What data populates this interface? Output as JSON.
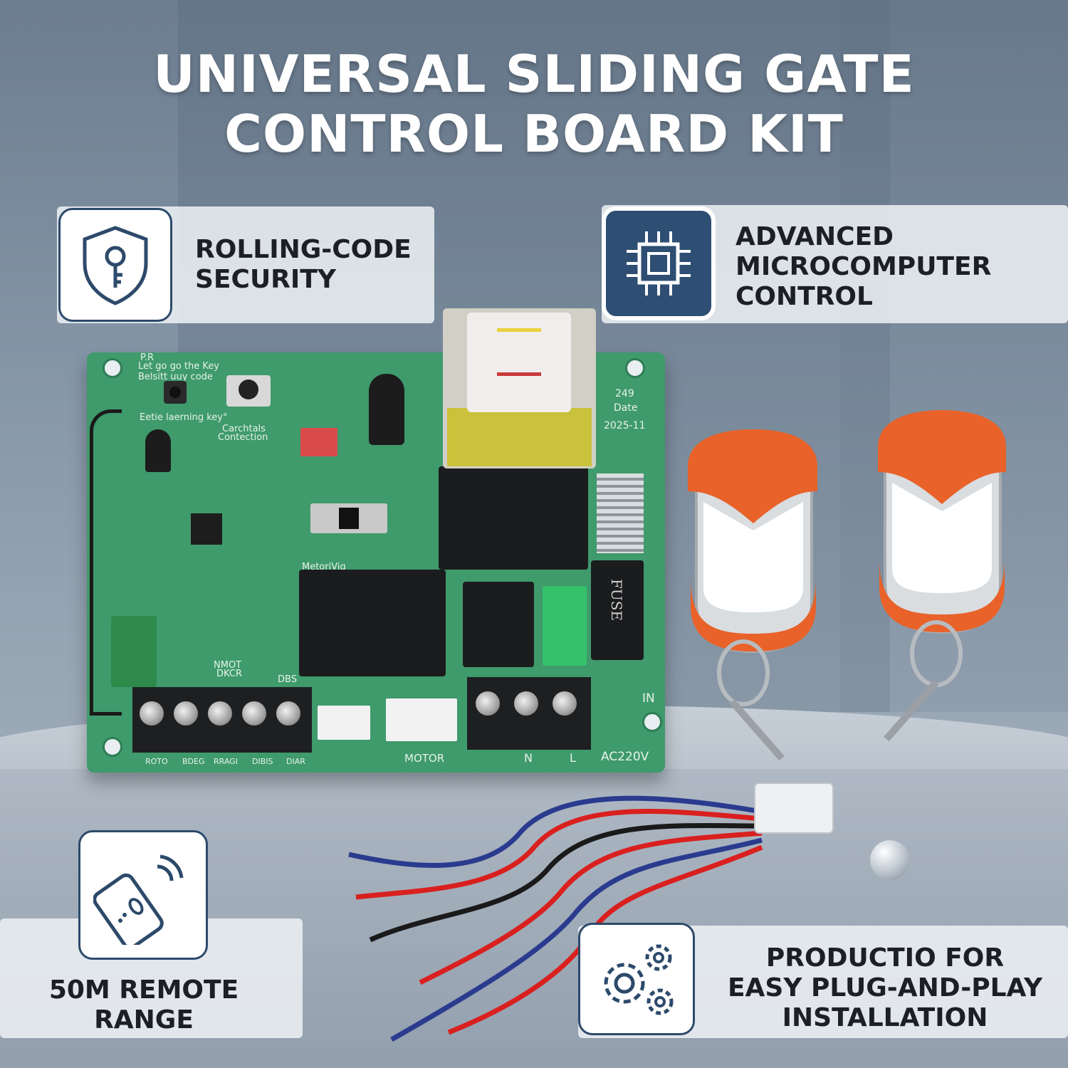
{
  "title": {
    "line1": "UNIVERSAL SLIDING GATE",
    "line2": "CONTROL BOARD KIT"
  },
  "features": [
    {
      "icon": "shield-key-icon",
      "line1": "ROLLING-CODE",
      "line2": "SECURITY"
    },
    {
      "icon": "microchip-icon",
      "line1": "ADVANCED",
      "line2": "MICROCOMPUTER",
      "line3": "CONTROL"
    },
    {
      "icon": "remote-signal-icon",
      "line1": "50M REMOTE",
      "line2": "RANGE"
    },
    {
      "icon": "gears-icon",
      "line1": "PRODUCTIO FOR",
      "line2": "EASY PLUG-AND-PLAY",
      "line3": "INSTALLATION"
    }
  ],
  "board": {
    "pr_label": "P.R",
    "note_line1": "Let go go the Key",
    "note_line2": "Belsitt uuy code",
    "learn_key": "Eetie laerning key°",
    "contact_label": "Carchtals",
    "contact_label2": "Contection",
    "date_number": "249",
    "date_label": "Date",
    "date_value": "2025-11",
    "fuse_label": "FUSE",
    "motor_label": "MOTOR",
    "power_label": "AC220V",
    "in_label": "IN",
    "n_label": "N",
    "l_label": "L",
    "meter_label": "MetoriVig",
    "dbs_label": "DBS",
    "nmot_label": "NMOT",
    "dkcr_label": "DKCR",
    "bottom_labels": [
      "ROTO",
      "BDEG",
      "RRAGI",
      "DIBIS",
      "DIAR"
    ]
  },
  "colors": {
    "board_green": "#3f9a6c",
    "remote_orange": "#e8622a",
    "icon_navy": "#2e4e73"
  }
}
